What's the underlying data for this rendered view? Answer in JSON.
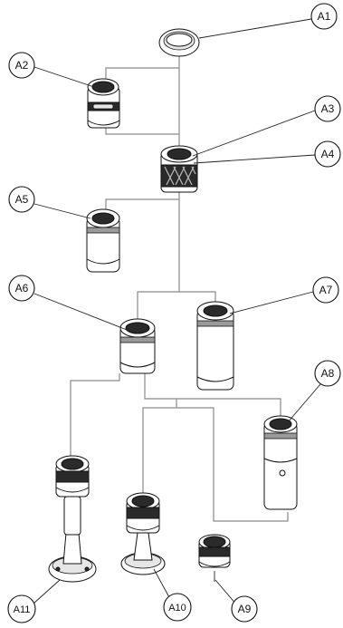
{
  "diagram": {
    "labels": {
      "a1": "A1",
      "a2": "A2",
      "a3": "A3",
      "a4": "A4",
      "a5": "A5",
      "a6": "A6",
      "a7": "A7",
      "a8": "A8",
      "a9": "A9",
      "a10": "A10",
      "a11": "A11"
    }
  }
}
